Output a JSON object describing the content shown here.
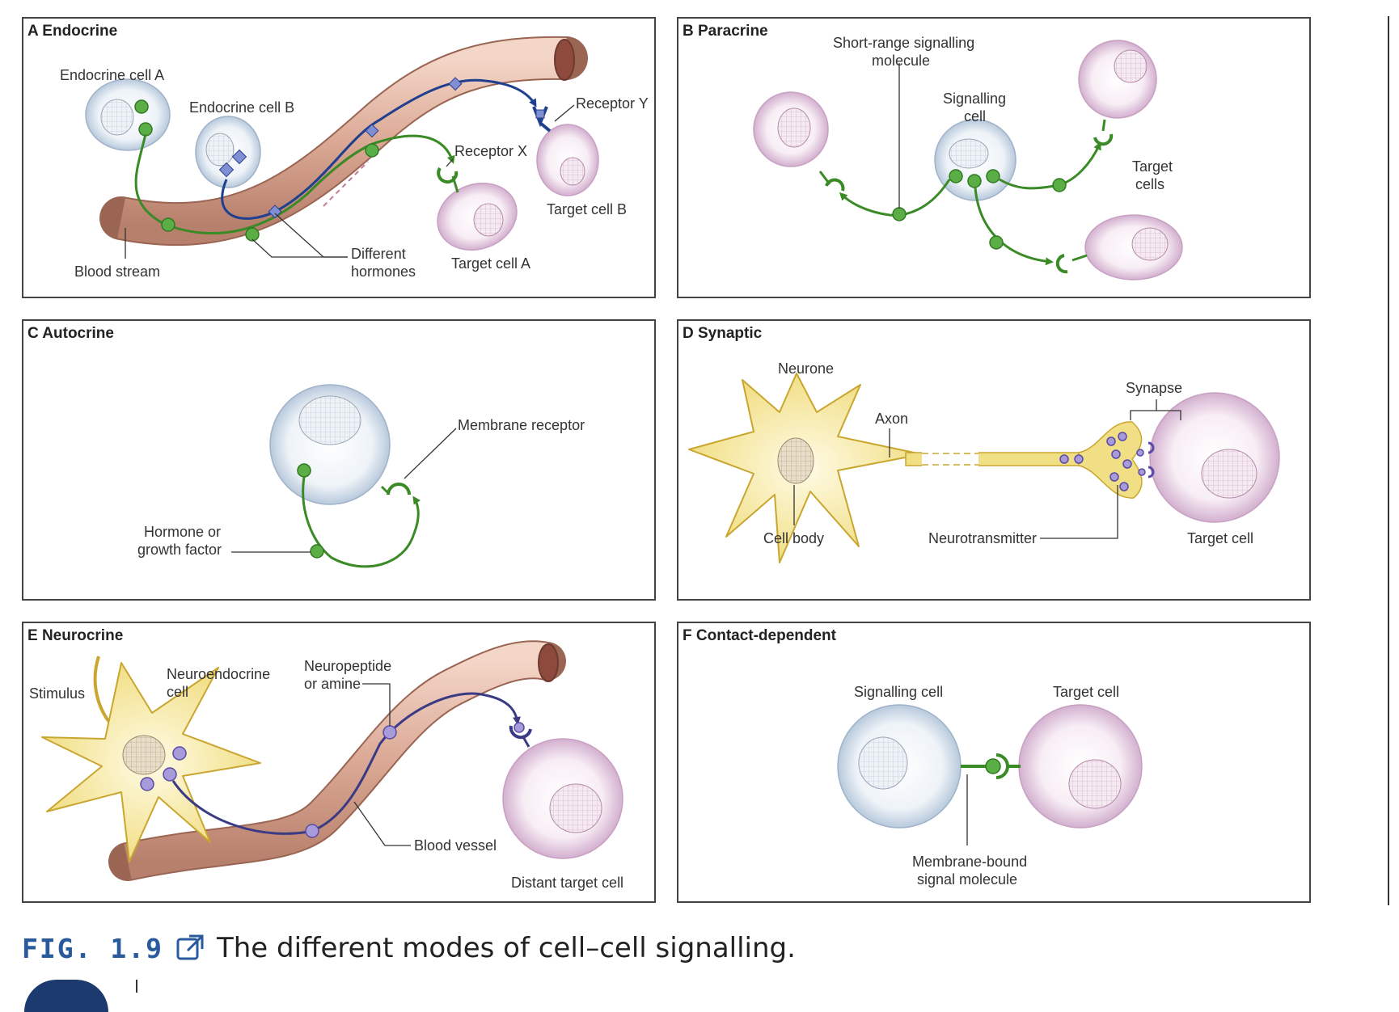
{
  "panels": {
    "a": {
      "title": "A  Endocrine",
      "endocrine_cell_a": "Endocrine cell A",
      "endocrine_cell_b": "Endocrine cell B",
      "receptor_y": "Receptor Y",
      "receptor_x": "Receptor X",
      "target_cell_b": "Target cell B",
      "target_cell_a": "Target cell A",
      "different_hormones": [
        "Different",
        "hormones"
      ],
      "blood_stream": "Blood stream"
    },
    "b": {
      "title": "B  Paracrine",
      "short_range_molecule": [
        "Short-range signalling",
        "molecule"
      ],
      "signalling_cell": [
        "Signalling",
        "cell"
      ],
      "target_cells": [
        "Target",
        "cells"
      ]
    },
    "c": {
      "title": "C  Autocrine",
      "membrane_receptor": "Membrane receptor",
      "hormone_or_growth_factor": [
        "Hormone or",
        "growth factor"
      ]
    },
    "d": {
      "title": "D  Synaptic",
      "neurone": "Neurone",
      "axon": "Axon",
      "synapse": "Synapse",
      "cell_body": "Cell body",
      "neurotransmitter": "Neurotransmitter",
      "target_cell": "Target cell"
    },
    "e": {
      "title": "E  Neurocrine",
      "stimulus": "Stimulus",
      "neuroendocrine_cell": [
        "Neuroendocrine",
        "cell"
      ],
      "neuropeptide": [
        "Neuropeptide",
        "or amine"
      ],
      "blood_vessel": "Blood vessel",
      "distant_target_cell": "Distant target cell"
    },
    "f": {
      "title": "F  Contact-dependent",
      "signalling_cell": "Signalling cell",
      "target_cell": "Target cell",
      "membrane_bound": [
        "Membrane-bound",
        "signal molecule"
      ]
    }
  },
  "caption": {
    "number": "FIG. 1.9",
    "title": "The different modes of cell–cell signalling.",
    "icon": "external-link-icon"
  },
  "colors": {
    "signal_green": "#5aae45",
    "signal_blue": "#1f3f8f",
    "neuropeptide_purple": "#a79bd9",
    "caption_blue": "#2a5a9e",
    "blood_vessel": "#dba995",
    "neurone_yellow": "#f1df86"
  }
}
